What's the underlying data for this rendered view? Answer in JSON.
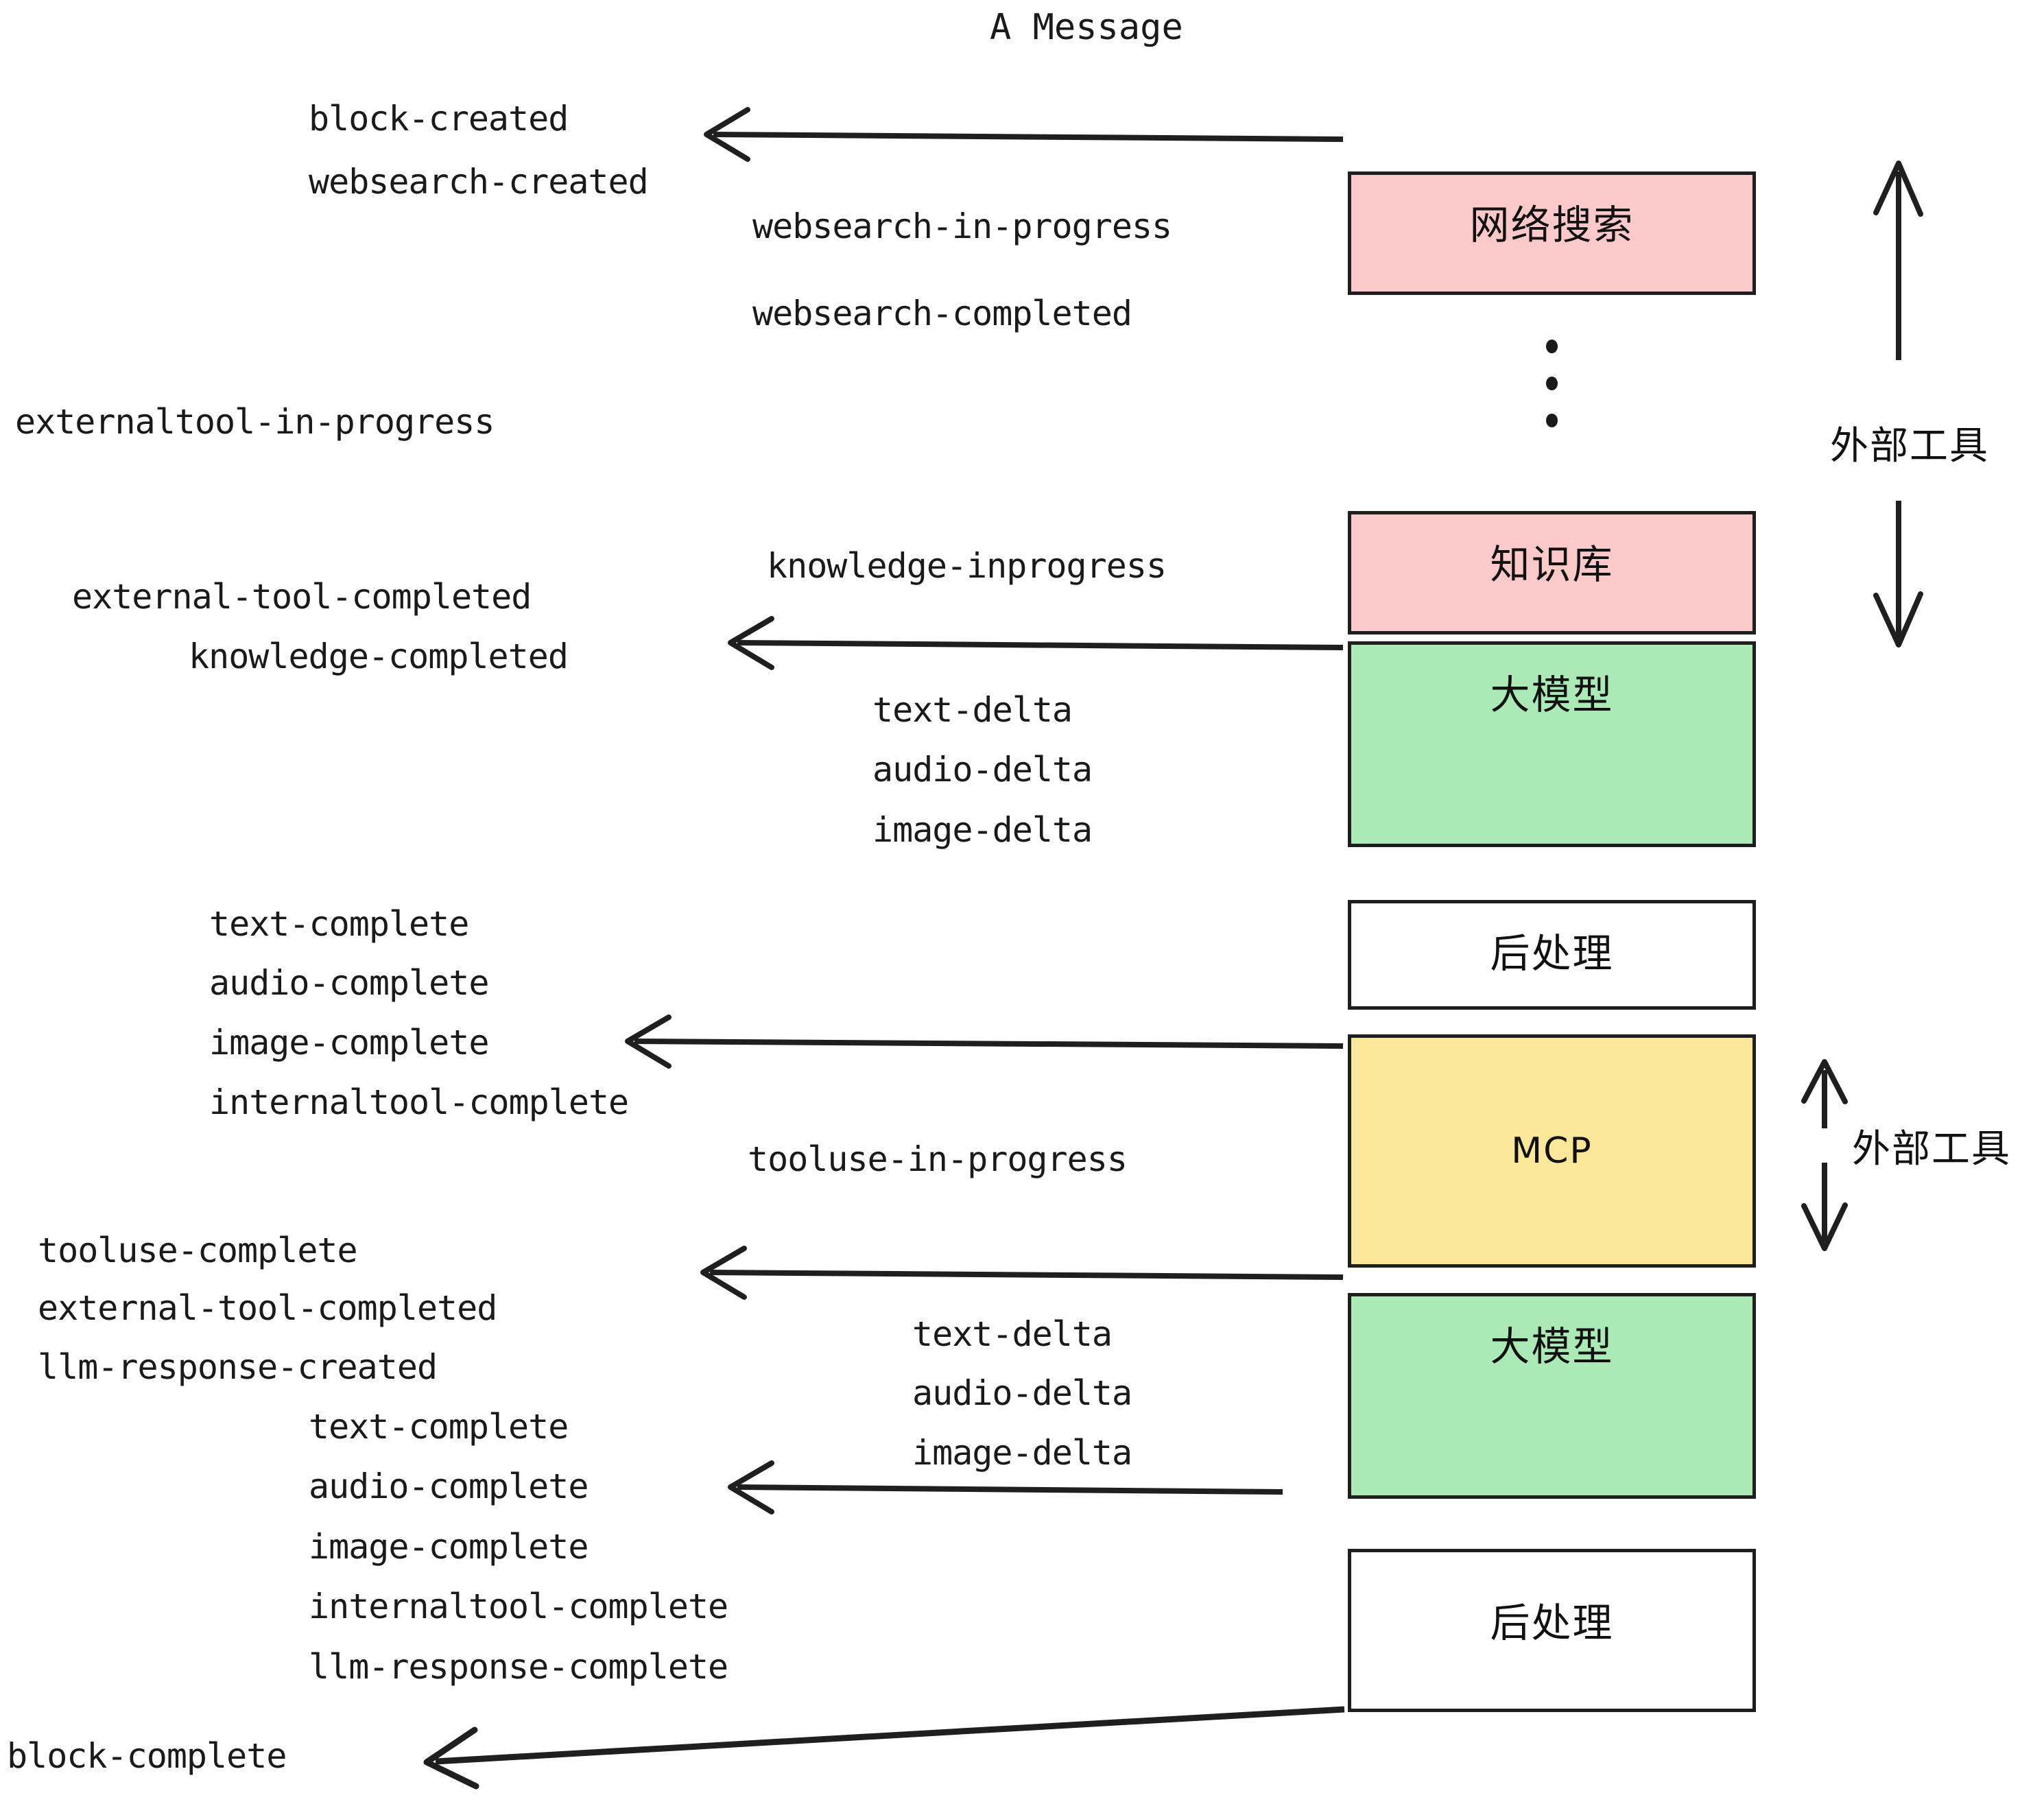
{
  "title": "A Message",
  "colors": {
    "pink": "#fbc9c9",
    "green": "#abeab6",
    "yellow": "#fbe79a",
    "white": "#ffffff",
    "stroke": "#1f1f1f",
    "text": "#1a1a1a"
  },
  "nodes": [
    {
      "id": "websearch",
      "label": "网络搜索",
      "fill": "pink"
    },
    {
      "id": "knowledge",
      "label": "知识库",
      "fill": "pink"
    },
    {
      "id": "llm-1",
      "label": "大模型",
      "fill": "green"
    },
    {
      "id": "postprocess-1",
      "label": "后处理",
      "fill": "white"
    },
    {
      "id": "mcp",
      "label": "MCP",
      "fill": "yellow"
    },
    {
      "id": "llm-2",
      "label": "大模型",
      "fill": "green"
    },
    {
      "id": "postprocess-2",
      "label": "后处理",
      "fill": "white"
    }
  ],
  "side_labels": [
    {
      "id": "external-tool-top",
      "label": "外部工具"
    },
    {
      "id": "external-tool-bottom",
      "label": "外部工具"
    }
  ],
  "events": [
    {
      "id": "block-created",
      "text": "block-created"
    },
    {
      "id": "websearch-created",
      "text": "websearch-created"
    },
    {
      "id": "websearch-in-progress",
      "text": "websearch-in-progress"
    },
    {
      "id": "websearch-completed",
      "text": "websearch-completed"
    },
    {
      "id": "externaltool-in-progress",
      "text": "externaltool-in-progress"
    },
    {
      "id": "knowledge-inprogress",
      "text": "knowledge-inprogress"
    },
    {
      "id": "external-tool-completed-1",
      "text": "external-tool-completed"
    },
    {
      "id": "knowledge-completed",
      "text": "knowledge-completed"
    },
    {
      "id": "text-delta-1",
      "text": "text-delta"
    },
    {
      "id": "audio-delta-1",
      "text": "audio-delta"
    },
    {
      "id": "image-delta-1",
      "text": "image-delta"
    },
    {
      "id": "text-complete-1",
      "text": "text-complete"
    },
    {
      "id": "audio-complete-1",
      "text": "audio-complete"
    },
    {
      "id": "image-complete-1",
      "text": "image-complete"
    },
    {
      "id": "internaltool-complete-1",
      "text": "internaltool-complete"
    },
    {
      "id": "tooluse-in-progress",
      "text": "tooluse-in-progress"
    },
    {
      "id": "tooluse-complete",
      "text": "tooluse-complete"
    },
    {
      "id": "external-tool-completed-2",
      "text": "external-tool-completed"
    },
    {
      "id": "llm-response-created",
      "text": "llm-response-created"
    },
    {
      "id": "text-delta-2",
      "text": "text-delta"
    },
    {
      "id": "audio-delta-2",
      "text": "audio-delta"
    },
    {
      "id": "image-delta-2",
      "text": "image-delta"
    },
    {
      "id": "text-complete-2",
      "text": "text-complete"
    },
    {
      "id": "audio-complete-2",
      "text": "audio-complete"
    },
    {
      "id": "image-complete-2",
      "text": "image-complete"
    },
    {
      "id": "internaltool-complete-2",
      "text": "internaltool-complete"
    },
    {
      "id": "llm-response-complete",
      "text": "llm-response-complete"
    },
    {
      "id": "block-complete",
      "text": "block-complete"
    }
  ]
}
